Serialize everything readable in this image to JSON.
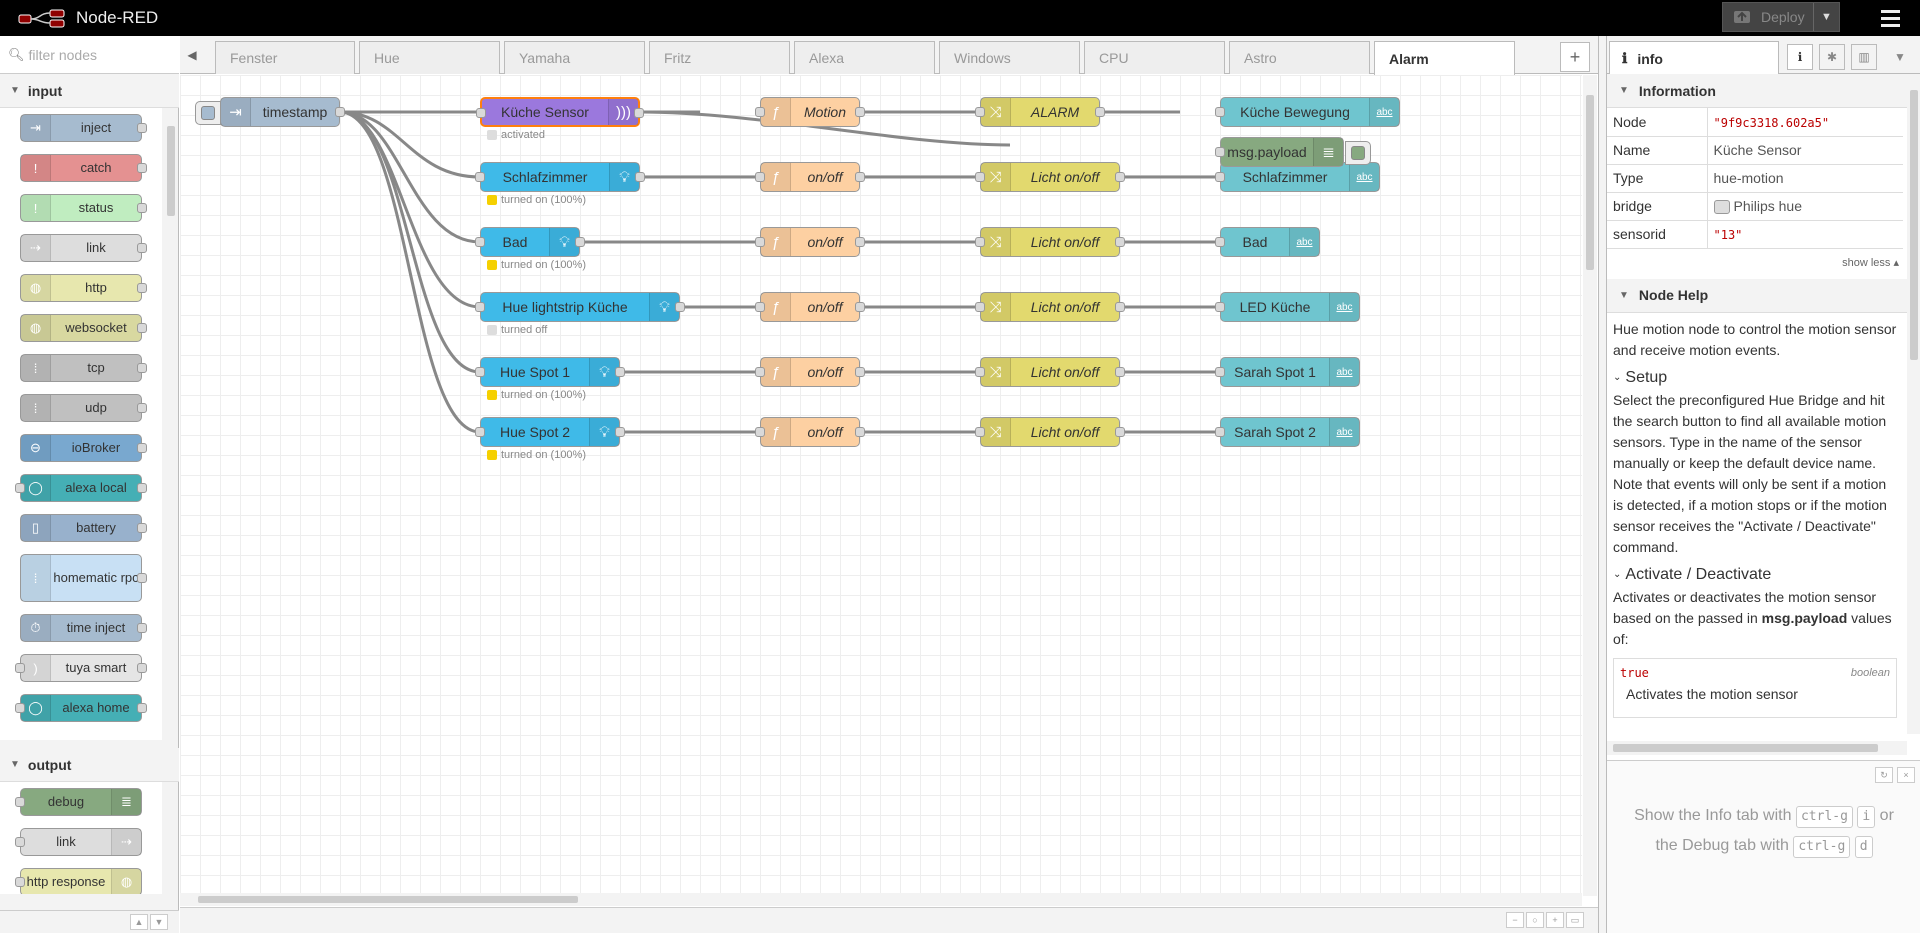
{
  "header": {
    "app_title": "Node-RED",
    "deploy_label": "Deploy"
  },
  "palette": {
    "search_placeholder": "filter nodes",
    "categories": [
      {
        "name": "input",
        "items": [
          "inject",
          "catch",
          "status",
          "link",
          "http",
          "websocket",
          "tcp",
          "udp",
          "ioBroker",
          "alexa local",
          "battery",
          "homematic rpc",
          "time inject",
          "tuya smart",
          "alexa home"
        ]
      },
      {
        "name": "output",
        "items": [
          "debug",
          "link",
          "http response"
        ]
      }
    ]
  },
  "tabs": [
    "Fenster",
    "Hue",
    "Yamaha",
    "Fritz",
    "Alexa",
    "Windows",
    "CPU",
    "Astro",
    "Alarm"
  ],
  "flow": {
    "inject": "timestamp",
    "sensor": {
      "label": "Küche Sensor",
      "status": "activated"
    },
    "lights": [
      {
        "label": "Schlafzimmer",
        "status": "turned on (100%)"
      },
      {
        "label": "Bad",
        "status": "turned on (100%)"
      },
      {
        "label": "Hue lightstrip Küche",
        "status": "turned off"
      },
      {
        "label": "Hue Spot 1",
        "status": "turned on (100%)"
      },
      {
        "label": "Hue Spot 2",
        "status": "turned on (100%)"
      }
    ],
    "functions": [
      "Motion",
      "on/off",
      "on/off",
      "on/off",
      "on/off",
      "on/off"
    ],
    "switches": [
      "ALARM",
      "Licht on/off",
      "Licht on/off",
      "Licht on/off",
      "Licht on/off",
      "Licht on/off"
    ],
    "outputs": [
      "Küche Bewegung",
      "Schlafzimmer",
      "Bad",
      "LED Küche",
      "Sarah Spot 1",
      "Sarah Spot 2"
    ],
    "debug": "msg.payload"
  },
  "sidebar": {
    "tab_label": "info",
    "information_title": "Information",
    "props": [
      {
        "key": "Node",
        "value": "\"9f9c3318.602a5\""
      },
      {
        "key": "Name",
        "value": "Küche Sensor"
      },
      {
        "key": "Type",
        "value": "hue-motion"
      },
      {
        "key": "bridge",
        "value": "Philips hue"
      },
      {
        "key": "sensorid",
        "value": "\"13\""
      }
    ],
    "show_less": "show less",
    "help_title": "Node Help",
    "help_intro": "Hue motion node to control the motion sensor and receive motion events.",
    "setup_title": "Setup",
    "setup_text": "Select the preconfigured Hue Bridge and hit the search button to find all available motion sensors. Type in the name of the sensor manually or keep the default device name. Note that events will only be sent if a motion is detected, if a motion stops or if the motion sensor receives the \"Activate / Deactivate\" command.",
    "activate_title": "Activate / Deactivate",
    "activate_text_a": "Activates or deactivates the motion sensor based on the passed in ",
    "activate_text_b": "msg.payload",
    "activate_text_c": " values of:",
    "value_true": "true",
    "value_type": "boolean",
    "value_desc": "Activates the motion sensor",
    "tip_a": "Show the Info tab with",
    "tip_b": "or",
    "tip_c": "the Debug tab with",
    "key_ctrl": "ctrl-g",
    "key_i": "i",
    "key_d": "d"
  },
  "colors": {
    "inject": "#a6bbcf",
    "hue_motion": "#9b78dd",
    "hue_light": "#3fbae8",
    "function": "#fdd0a2",
    "switch": "#e2d96e",
    "output": "#6fc5cf",
    "debug": "#87a980"
  }
}
